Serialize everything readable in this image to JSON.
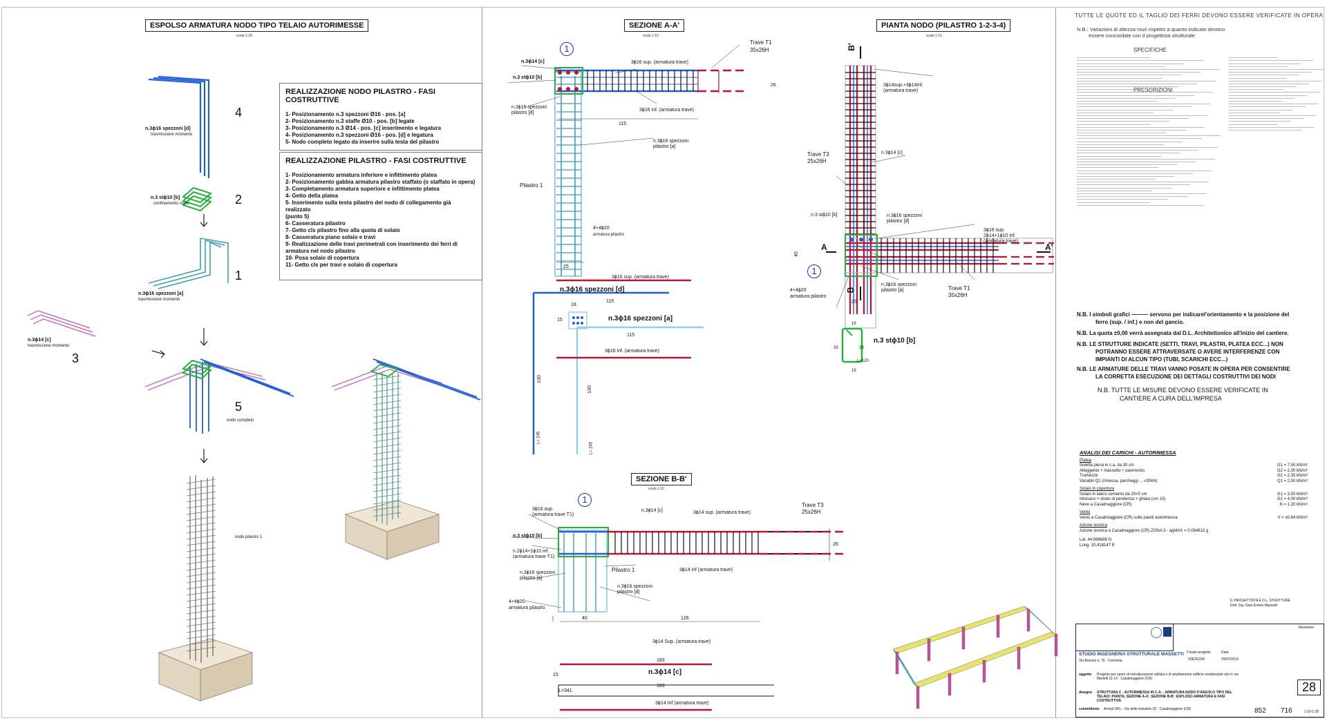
{
  "left": {
    "title": "ESPOLSO ARMATURA NODO TIPO TELAIO AUTORIMESSE",
    "scale": "scala 1:20",
    "phases_node_title": "REALIZZAZIONE NODO PILASTRO - FASI COSTRUTTIVE",
    "phases_node": [
      "1-  Posizionamento n.3 spezzoni Ø16 - pos. [a]",
      "2-  Posizionamento n.3 staffe Ø10 - pos. [b] legate",
      "3-  Posizionamento n.3 Ø14 - pos. [c] inserimento e legatura",
      "4-  Posizionamento n.3 spezzoni Ø16 - pos. [d] e legatura",
      "5-  Nodo completo legato da inserire sulla testa del pilastro"
    ],
    "phases_column_title": "REALIZZAZIONE PILASTRO - FASI COSTRUTTIVE",
    "phases_column": [
      "1-  Posizionamento armatura inferiore e infittimento platea",
      "2-  Posizionamento gabbia armatura pilastro staffato (o staffato in opera)",
      "3-  Completamento armatura superiore e infittimento platea",
      "4-  Getto della platea",
      "5-  Inserimento sulla testa pilastro del nodo di collegamento già realizzato",
      "     (punto 5)",
      "6-  Casseratura pilastro",
      "7-  Getto cls pilastro fino alla quota di solaio",
      "8-  Casseratura piano solaio e travi",
      "9-  Realizzazione delle travi perimetrali con inserimento dei ferri di",
      "     armatura nel nodo pilastro",
      "10-  Posa solaio di copertura",
      "11-  Getto cls per travi e solaio di copertura"
    ],
    "steps": [
      "4",
      "2",
      "1",
      "3",
      "5"
    ],
    "label_d": "n.3ϕ16 spezzoni [d]",
    "label_d_sub": "trasmissione momento",
    "label_b": "n.3 stϕ10 [b]",
    "label_b_sub": "confinamento nodo",
    "label_a": "n.3ϕ16 spezzoni [a]",
    "label_a_sub": "trasmissione momento",
    "label_c": "n.3ϕ14 [c]",
    "label_c_sub": "trasmissione momento",
    "label_complete": "nodo completo",
    "label_pillar": "nodo pilastro 1"
  },
  "section_aa": {
    "title": "SEZIONE A-A'",
    "scale": "scala 1:10",
    "mark": "1",
    "beam": "Trave T1",
    "beam_size": "35x26H",
    "c_top": "n.3ϕ14 [c]",
    "b_stirrups": "n.3 stϕ10 [b]",
    "d_bars": "n.3ϕ16 spezzoni",
    "d_bars2": "pilastro [d]",
    "top_bars": "3ϕ16 sup. (armatura trave)",
    "bottom_bars": "3ϕ16 inf. (armatura trave)",
    "dim_115": "115",
    "dim_26": "26",
    "dim_25": "25",
    "a_bars": "n.3ϕ16 spezzoni",
    "a_bars2": "pilastro [a]",
    "pillar": "Pilastro 1",
    "pillar_bars": "4+4ϕ20",
    "pillar_bars2": "armatura pilastro",
    "det_top": "3ϕ16 sup. (armatura trave)",
    "det_d": "n.3ϕ16 spezzoni [d]",
    "det_d_len": "115",
    "det_a": "n.3ϕ16 spezzoni [a]",
    "det_a_len": "115",
    "det_bottom": "3ϕ16 inf. (armatura trave)",
    "det_18": "18",
    "det_15": "15",
    "det_130a": "130",
    "det_130b": "130",
    "det_L1": "L= 245",
    "det_L2": "L= 245"
  },
  "section_bb": {
    "title": "SEZIONE B-B'",
    "scale": "scala 1:10",
    "mark": "1",
    "beam": "Trave T3",
    "beam_size": "25x26H",
    "d_bars": "3ϕ16 sup.",
    "d_bars2": "(armatura trave T1)",
    "c_top": "n.3ϕ14 [c]",
    "top_bars": "3ϕ14 sup. (armatura trave)",
    "b_stirrups": "n.3 stϕ10 [b]",
    "t1_bars": "n.2ϕ14+1ϕ10 inf.",
    "t1_bars2": "(armatura trave T1)",
    "pillar": "Pilastro 1",
    "a_bars": "n.3ϕ16 spezzoni",
    "a_bars2": "pilastro [a]",
    "d2_bars": "n.3ϕ16 spezzoni",
    "d2_bars2": "pilastro [d]",
    "bottom_bars": "3ϕ14 inf (armatura trave)",
    "pillar_bars": "4+4ϕ20",
    "pillar_bars2": "armatura pilastro",
    "dim_40": "40",
    "dim_126": "126",
    "dim_26": "26",
    "det_top": "3ϕ14 Sup. (armatura trave)",
    "det_c": "n.3ϕ14 [c]",
    "det_183a": "183",
    "det_183b": "183",
    "det_15": "15",
    "det_L": "L=341",
    "det_bottom": "3ϕ14 Inf (armatura trave)"
  },
  "plan": {
    "title": "PIANTA NODO (PILASTRO 1-2-3-4)",
    "scale": "scala 1:10",
    "b_top": "B'",
    "b_bottom": "B",
    "a_left": "A",
    "a_right": "A'",
    "t3_bars": "3ϕ14sup.+3ϕ14inf.",
    "t3_bars2": "(armatura trave)",
    "beam_t3": "Trave T3",
    "beam_t3_size": "25x26H",
    "c_bar": "n.3ϕ14 [c]",
    "b_stirrups": "n.3 stϕ10 [b]",
    "d_bars": "n.3ϕ16 spezzoni",
    "d_bars2": "pilastro [d]",
    "t1_bars": "3ϕ16 sup.",
    "t1_bars2": "2ϕ14+1ϕ10 inf.",
    "t1_bars3": "(armatura trave)",
    "a_bars": "n.3ϕ16 spezzoni",
    "a_bars2": "pilastro [a]",
    "pillar_bars": "4+4ϕ20",
    "pillar_bars2": "armatura pilastro",
    "beam_t1": "Trave T1",
    "beam_t1_size": "35x26H",
    "mark": "1",
    "dim_40": "40",
    "dim_25": "25",
    "stirrup_label": "n.3 stϕ10 [b]",
    "stirrup_19a": "19",
    "stirrup_19b": "19",
    "stirrup_33a": "33",
    "stirrup_33b": "33",
    "stirrup_L": "L=120"
  },
  "notes": {
    "header": "TUTTE LE QUOTE ED IL TAGLIO DEI FERRI DEVONO ESSERE VERIFICATE IN OPERA",
    "nb1": "N.B.: Variazioni di altezza muri rispetto a quanto indicato devono",
    "nb1b": "essere concordate con il progettista strutturale",
    "spec_title": "SPECIFICHE",
    "presc_title": "PRESCRIZIONI",
    "nb_symbols": "N.B. I simboli grafici ——— servono per indicarel'orientamento e la posizione del",
    "nb_symbols2": "ferro  (sup. / inf.) e non del gancio.",
    "nb_quota": "N.B. La quota ±0,00 verrà assegnata dal D.L. Architettonico all'inizio del cantiere.",
    "nb_struct": "N.B. LE STRUTTURE INDICATE (SETTI, TRAVI, PILASTRI, PLATEA ECC...) NON",
    "nb_struct2": "POTRANNO ESSERE ATTRAVERSATE O AVERE INTERFERENZE CON",
    "nb_struct3": "IMPIANTI DI ALCUN TIPO (TUBI, SCARICHI ECC...)",
    "nb_arm": "N.B. LE ARMATURE DELLE TRAVI VANNO POSATE IN OPERA PER CONSENTIRE",
    "nb_arm2": "LA CORRETTA ESECUZIONE DEI DETTAGLI COSTRUTTIVI DEI NODI",
    "nb_measure": "N.B. TUTTE LE MISURE DEVONO ESSERE VERIFICATE IN",
    "nb_measure2": "CANTIERE A CURA DELL'IMPRESA"
  },
  "loads": {
    "title": "ANALISI DEI CARICHI - AUTORIMESSA",
    "slab_title": "Platea",
    "rows": [
      [
        "Soletta piena in c.a. da 30 cm",
        "G1 = 7,50 kN/m²"
      ],
      [
        "Alleggerito + massetto + pavimento",
        "G2 = 2,00 kN/m²"
      ],
      [
        "Tramezze",
        "G2 = 2,35 kN/m²"
      ],
      [
        "Variabili Q1 (rimessa, parcheggi ... ≤30kN)",
        "Q1 = 2,50 kN/m²"
      ]
    ],
    "cover_title": "Solaio in copertura",
    "cover_rows": [
      [
        "Solaio in latero cemento da 20+5 cm",
        "G1 = 3,50 kN/m²"
      ],
      [
        "Intonaco + strato di pendenza + ghiaia (cm 10)",
        "G2 = 4,00 kN/m²"
      ],
      [
        "Neve a Casalmaggiore (CR)",
        "N  = 1,20 kN/m²"
      ]
    ],
    "wind_title": "Vento",
    "wind_row": [
      "Vento a Casalmaggiore (CR) sulle pareti autorimessa",
      "V = ±0,64 kN/m²"
    ],
    "seismic_title": "Azione sismica",
    "seismic_row": "Azione sismica a Casalmaggiore (CR)  ZONA 3   -   agMAX = 0,084613 g",
    "lat": "Lat.   44,986688 N",
    "long": "Long. 10,418147 E"
  },
  "signature": {
    "line1": "IL PROGETTISTA E D.L. STRUTTURE",
    "line2": "Dott. Ing. Gian Ennea Massetti"
  },
  "titleblock": {
    "studio": "STUDIO INGEGNERIA STRUTTURALE MASSETTI",
    "address": "Via Brescia n. 76 - Cremona",
    "oggetto_label": "oggetto",
    "oggetto": "Progetto per opere di ristrutturazione edilizia e di ampliamento edificio residenziale sito in via Martelli 11-13 - Casalmaggiore (CR)",
    "disegno_label": "disegno",
    "disegno": "STRUTTURA C - AUTORIMESSA IN C.A. - ARMATURA NODO D'ANGOLO TIPO DEL TELAIO: PIANTA, SEZIONE A-A', SEZIONE B-B', ESPLOSO ARMATURA E FASI COSTRUTTIVE",
    "committente_label": "committente",
    "committente": "Acmat SRL - Via delle Industrie 20 - Casalmaggiore (CR)",
    "creato_label": "Creato progetto",
    "data_label": "Data",
    "revisione_label": "Revisione",
    "progetto_n": "852",
    "commessa_n": "716",
    "scala": "1:10-1:20",
    "tav": "28",
    "date": "29/07/2019",
    "code": "03E2019/0"
  },
  "colors": {
    "blue": "#1f5fd6",
    "red": "#c8102e",
    "green": "#22b43a",
    "light": "#8fd0e6",
    "concrete": "#efe6d6",
    "pink": "#c76bbf"
  }
}
